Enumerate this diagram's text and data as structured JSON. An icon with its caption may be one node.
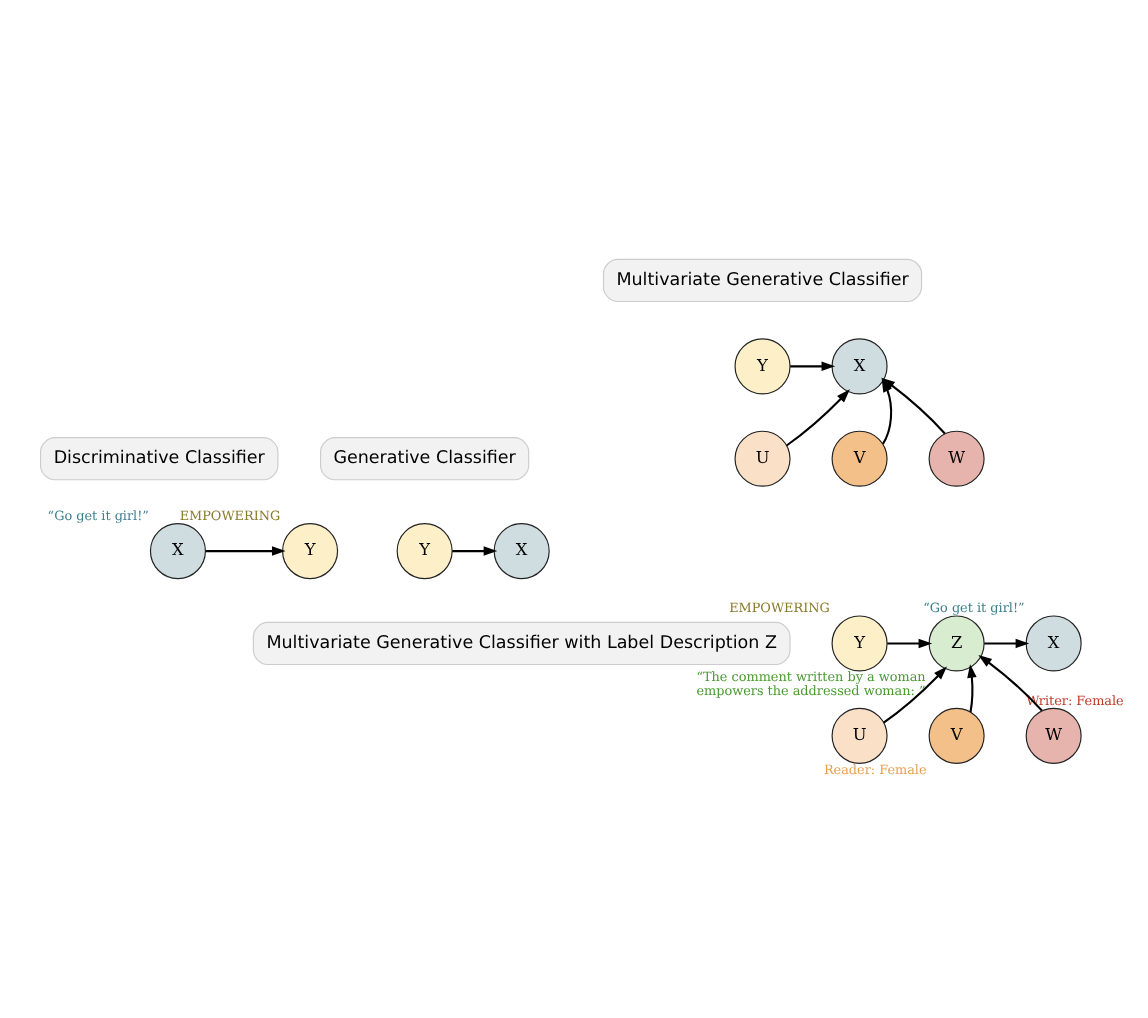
{
  "diagram": {
    "nodes": [
      {
        "text": [
          "Discriminative Classifier"
        ]
      },
      {
        "text": [
          "X"
        ],
        "beside": [
          "“Go get it girl!”"
        ]
      },
      {
        "text": [
          "Y"
        ],
        "beside": [
          "EMPOWERING"
        ]
      },
      {
        "text": [
          "Generative Classifier"
        ]
      },
      {
        "text": [
          "Y"
        ]
      },
      {
        "text": [
          "X"
        ]
      },
      {
        "text": [
          "Multivariate Generative Classifier"
        ]
      },
      {
        "text": [
          "Y"
        ]
      },
      {
        "text": [
          "X"
        ]
      },
      {
        "text": [
          "U"
        ]
      },
      {
        "text": [
          "V"
        ]
      },
      {
        "text": [
          "W"
        ]
      },
      {
        "text": [
          "Multivariate Generative Classifier with Label Description Z"
        ]
      },
      {
        "text": [
          "Y"
        ],
        "beside": [
          "EMPOWERING"
        ]
      },
      {
        "text": [
          "Z"
        ],
        "beside": [
          "“The comment written by a woman empowers the addressed woman: ”"
        ]
      },
      {
        "text": [
          "X"
        ],
        "beside": [
          "“Go get it girl!”"
        ]
      },
      {
        "text": [
          "U"
        ]
      },
      {
        "text": [
          "V"
        ],
        "beside": [
          "Reader: Female"
        ]
      },
      {
        "text": [
          "W"
        ],
        "beside": [
          "Writer: Female"
        ]
      }
    ],
    "edges": [
      {
        "from": 1,
        "to": 2,
        "arrow": "to"
      },
      {
        "from": 4,
        "to": 5,
        "arrow": "to"
      },
      {
        "from": 7,
        "to": 8,
        "arrow": "to"
      },
      {
        "from": 9,
        "to": 8,
        "arrow": "to"
      },
      {
        "from": 10,
        "to": 8,
        "arrow": "to"
      },
      {
        "from": 11,
        "to": 8,
        "arrow": "to"
      },
      {
        "from": 13,
        "to": 14,
        "arrow": "to"
      },
      {
        "from": 14,
        "to": 15,
        "arrow": "to"
      },
      {
        "from": 16,
        "to": 14,
        "arrow": "to"
      },
      {
        "from": 17,
        "to": 14,
        "arrow": "to"
      },
      {
        "from": 18,
        "to": 14,
        "arrow": "to"
      }
    ]
  }
}
